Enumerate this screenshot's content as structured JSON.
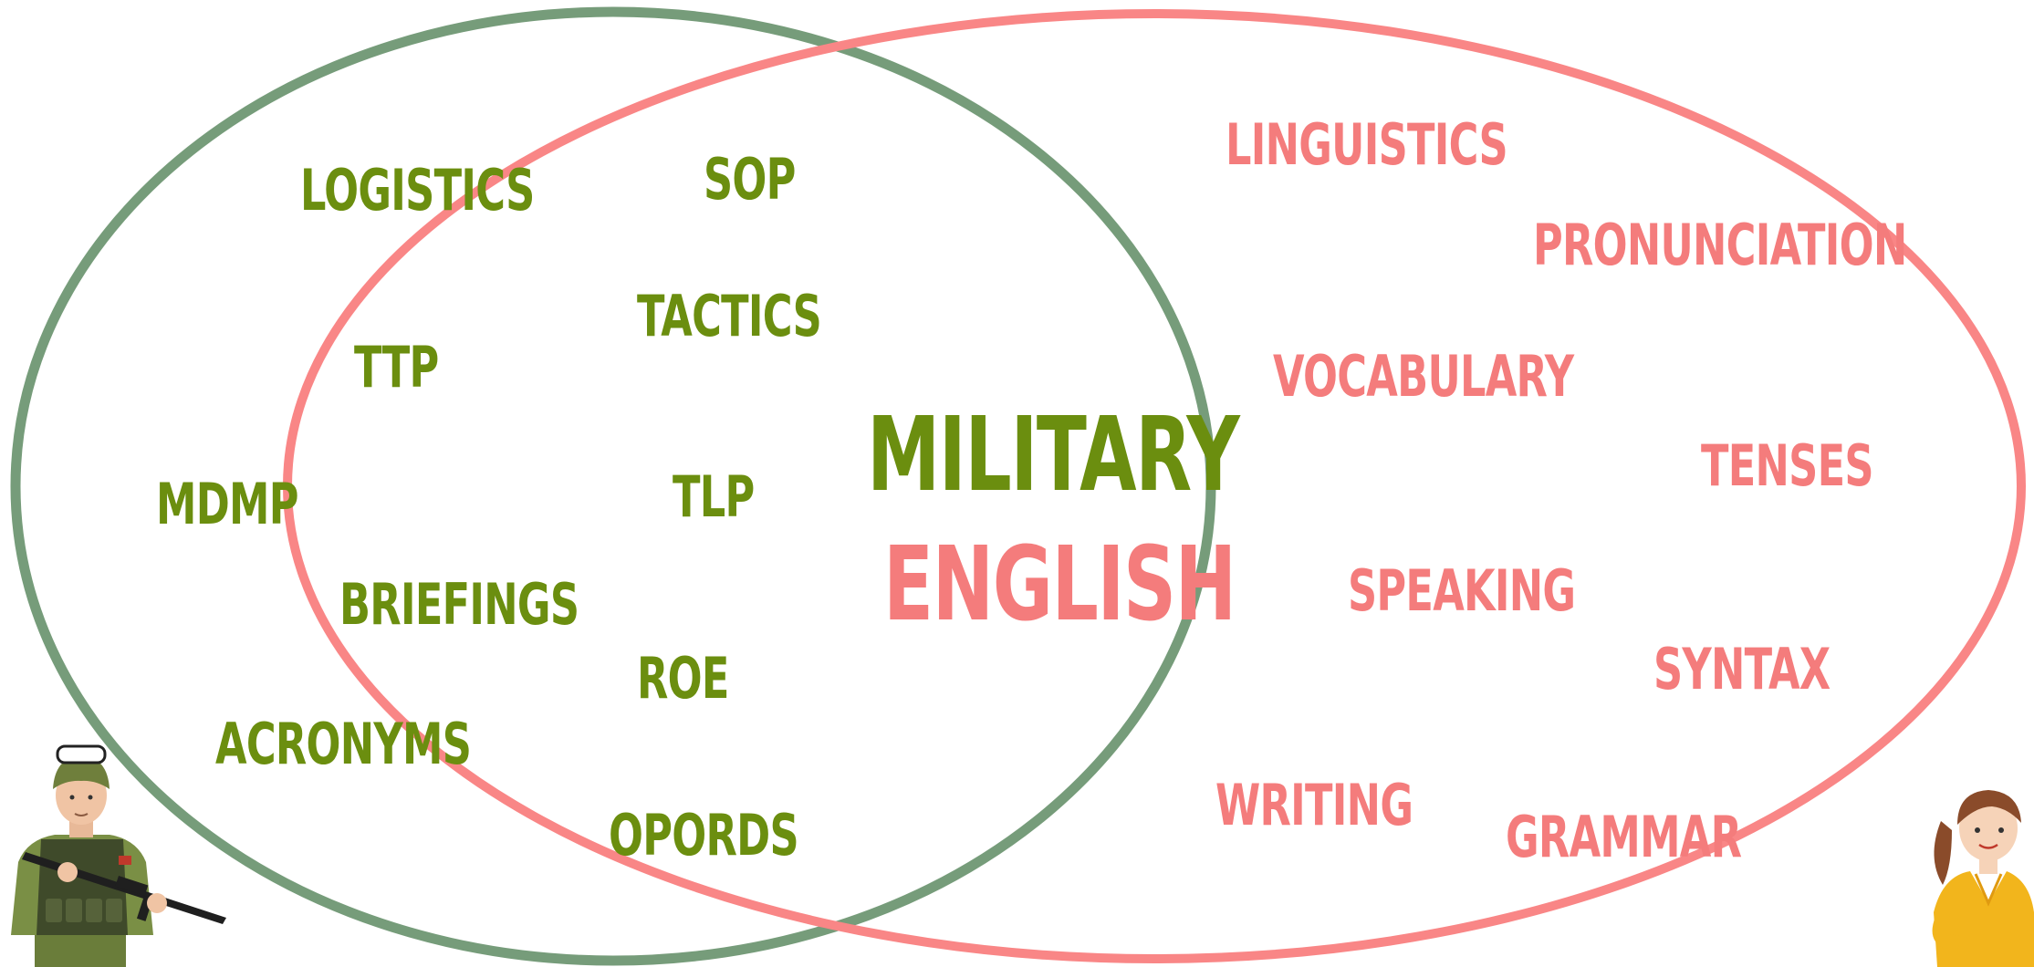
{
  "colors": {
    "military_circle": "#769c7a",
    "english_circle": "#f98686",
    "military_text": "#6b8e0f",
    "english_text": "#f47c7c"
  },
  "center": {
    "line1": "MILITARY",
    "line2": "ENGLISH"
  },
  "military_terms": {
    "logistics": "LOGISTICS",
    "sop": "SOP",
    "tactics": "TACTICS",
    "ttp": "TTP",
    "mdmp": "MDMP",
    "tlp": "TLP",
    "briefings": "BRIEFINGS",
    "roe": "ROE",
    "acronyms": "ACRONYMS",
    "opords": "OPORDS"
  },
  "english_terms": {
    "linguistics": "LINGUISTICS",
    "pronunciation": "PRONUNCIATION",
    "vocabulary": "VOCABULARY",
    "tenses": "TENSES",
    "speaking": "SPEAKING",
    "syntax": "SYNTAX",
    "writing": "WRITING",
    "grammar": "GRAMMAR"
  },
  "icons": {
    "left": "soldier-illustration",
    "right": "teacher-illustration"
  }
}
